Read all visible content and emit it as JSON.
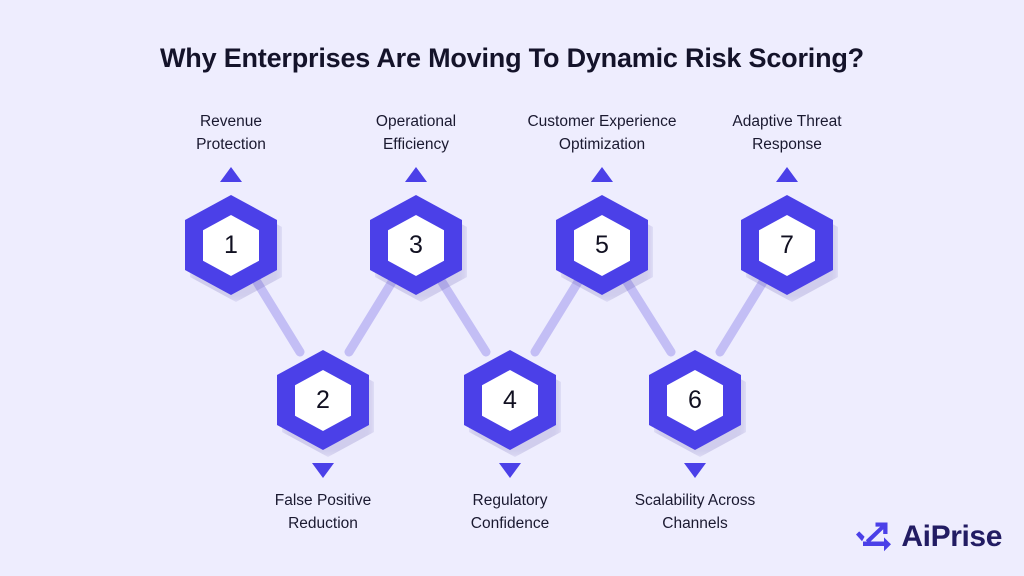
{
  "page": {
    "title": "Why Enterprises Are Moving To Dynamic Risk Scoring?",
    "background_color": "#EEEDFE",
    "accent_color": "#4B40E8",
    "connector_color": "#C3BEF5",
    "text_color": "#1A1930"
  },
  "diagram": {
    "type": "zigzag-step-hexagons",
    "node_count": 7,
    "nodes": [
      {
        "number": "1",
        "label": "Revenue\nProtection",
        "position": "top",
        "marker": "triangle-up"
      },
      {
        "number": "2",
        "label": "False Positive\nReduction",
        "position": "bottom",
        "marker": "triangle-down"
      },
      {
        "number": "3",
        "label": "Operational\nEfficiency",
        "position": "top",
        "marker": "triangle-up"
      },
      {
        "number": "4",
        "label": "Regulatory\nConfidence",
        "position": "bottom",
        "marker": "triangle-down"
      },
      {
        "number": "5",
        "label": "Customer Experience\nOptimization",
        "position": "top",
        "marker": "triangle-up"
      },
      {
        "number": "6",
        "label": "Scalability Across\nChannels",
        "position": "bottom",
        "marker": "triangle-down"
      },
      {
        "number": "7",
        "label": "Adaptive Threat\nResponse",
        "position": "top",
        "marker": "triangle-up"
      }
    ],
    "connections": [
      {
        "from": "1",
        "to": "2"
      },
      {
        "from": "2",
        "to": "3"
      },
      {
        "from": "3",
        "to": "4"
      },
      {
        "from": "4",
        "to": "5"
      },
      {
        "from": "5",
        "to": "6"
      },
      {
        "from": "6",
        "to": "7"
      }
    ]
  },
  "brand": {
    "name": "AiPrise",
    "mark": "aiprise-logo-mark"
  }
}
